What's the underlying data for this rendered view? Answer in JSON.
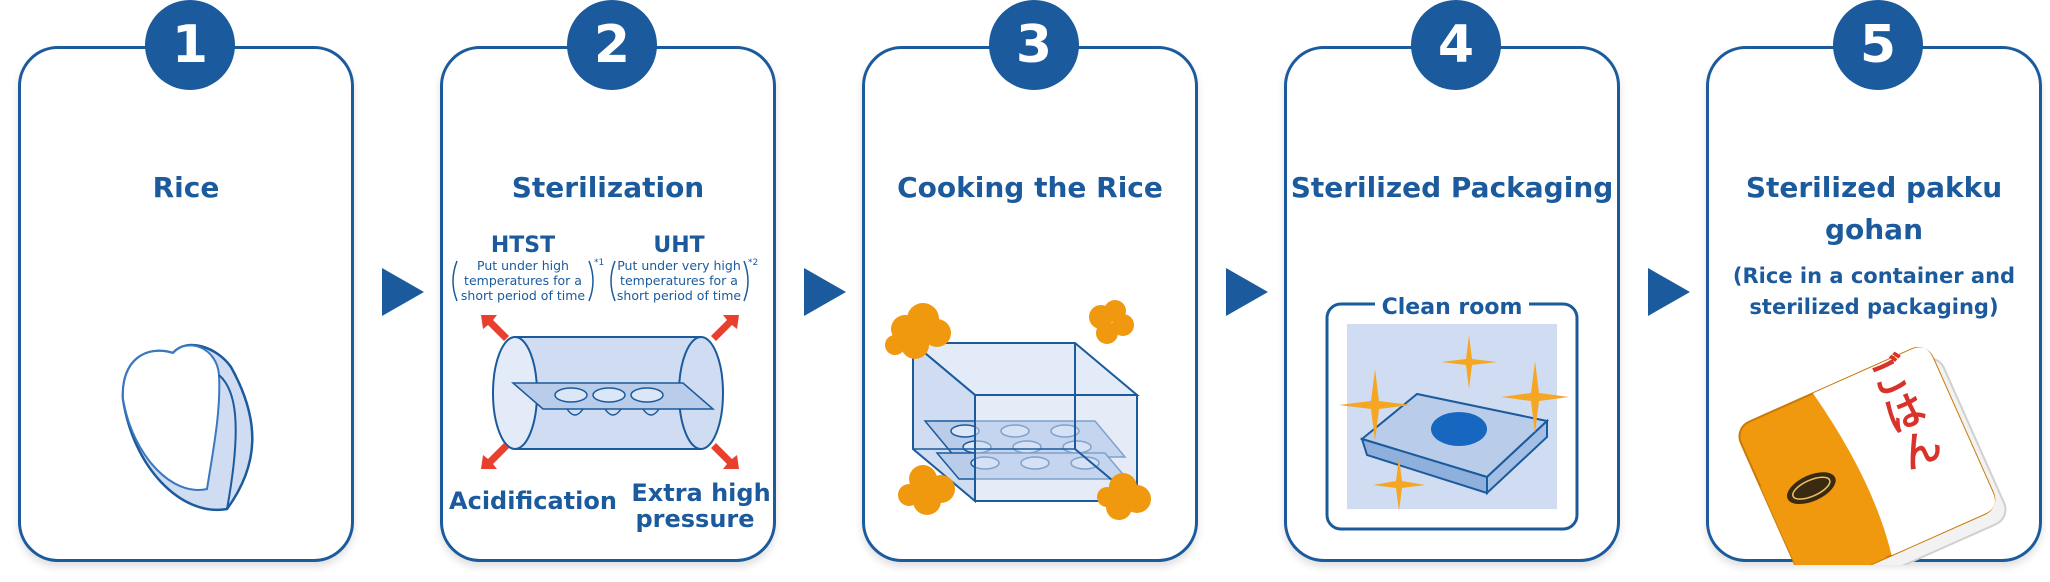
{
  "steps": [
    {
      "number": "1",
      "title": "Rice"
    },
    {
      "number": "2",
      "title": "Sterilization",
      "htst": {
        "title": "HTST",
        "desc_line1": "Put under high",
        "desc_line2": "temperatures for a",
        "desc_line3": "short period of time",
        "note": "*1"
      },
      "uht": {
        "title": "UHT",
        "desc_line1": "Put under very high",
        "desc_line2": "temperatures for a",
        "desc_line3": "short period of time",
        "note": "*2"
      },
      "acidification": "Acidification",
      "pressure_line1": "Extra high",
      "pressure_line2": "pressure"
    },
    {
      "number": "3",
      "title": "Cooking the Rice"
    },
    {
      "number": "4",
      "title": "Sterilized Packaging",
      "clean_room": "Clean room"
    },
    {
      "number": "5",
      "title_line1": "Sterilized pakku",
      "title_line2": "gohan",
      "subtitle_line1": "(Rice in a container and",
      "subtitle_line2": "sterilized packaging)",
      "package_text": "ごはん"
    }
  ],
  "colors": {
    "primary": "#1b5a9c",
    "light_blue": "#cfdcf2",
    "orange": "#f0980e",
    "red": "#e8402c",
    "sparkle": "#f5a623"
  }
}
